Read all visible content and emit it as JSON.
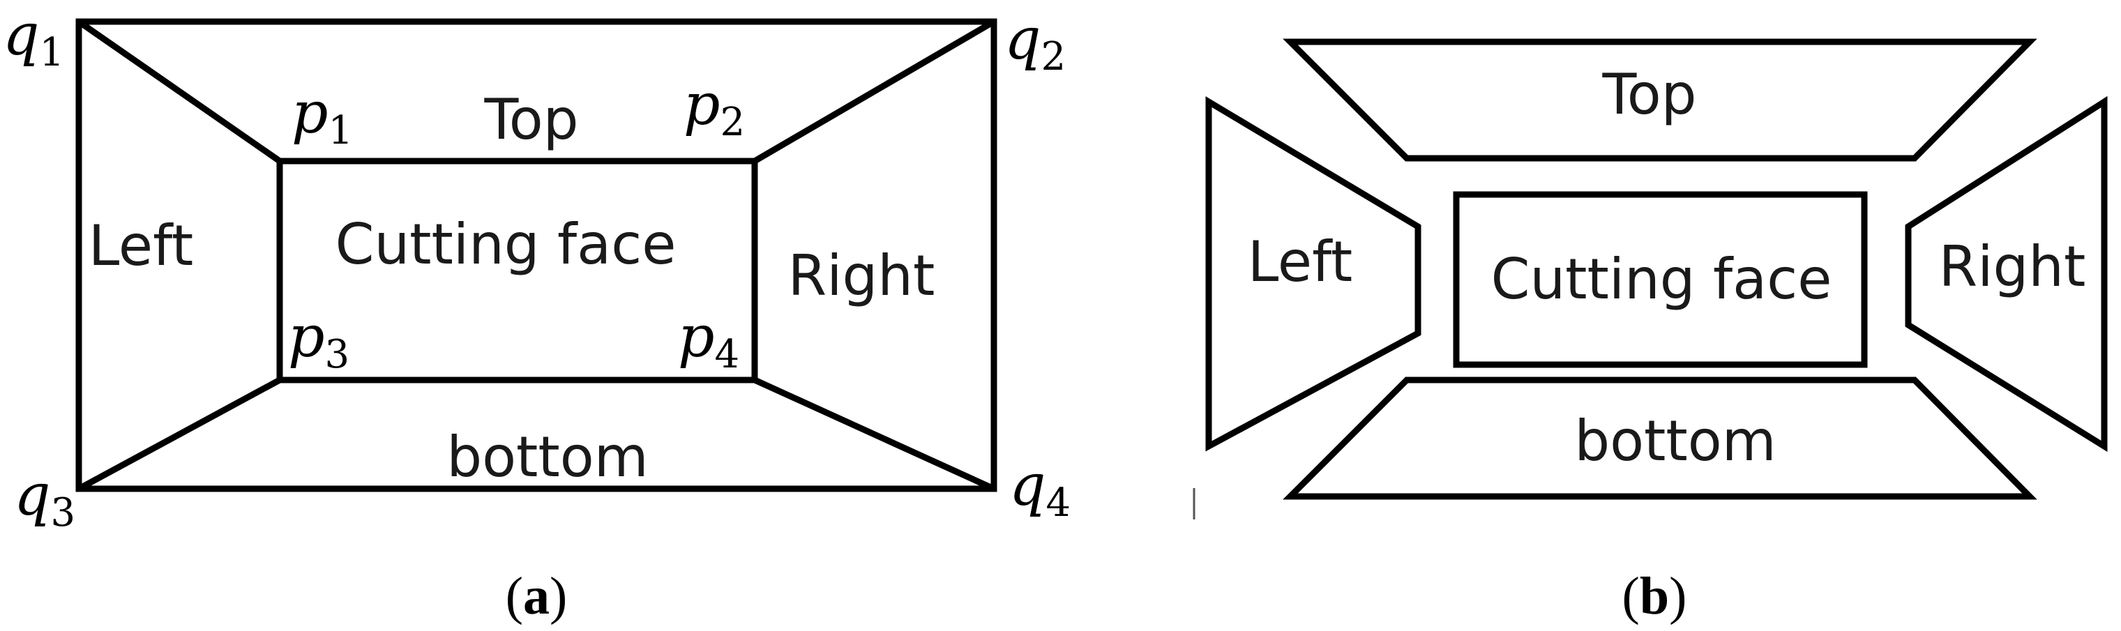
{
  "panel_a": {
    "regions": {
      "top": "Top",
      "left": "Left",
      "cutting_face": "Cutting face",
      "right": "Right",
      "bottom": "bottom"
    },
    "vertices": {
      "q1": {
        "var": "q",
        "sub": "1"
      },
      "q2": {
        "var": "q",
        "sub": "2"
      },
      "q3": {
        "var": "q",
        "sub": "3"
      },
      "q4": {
        "var": "q",
        "sub": "4"
      },
      "p1": {
        "var": "p",
        "sub": "1"
      },
      "p2": {
        "var": "p",
        "sub": "2"
      },
      "p3": {
        "var": "p",
        "sub": "3"
      },
      "p4": {
        "var": "p",
        "sub": "4"
      }
    },
    "caption": {
      "open": "(",
      "letter": "a",
      "close": ")"
    }
  },
  "panel_b": {
    "pieces": {
      "top": "Top",
      "left": "Left",
      "cutting_face": "Cutting face",
      "right": "Right",
      "bottom": "bottom"
    },
    "caption": {
      "open": "(",
      "letter": "b",
      "close": ")"
    }
  },
  "colors": {
    "stroke": "#000000",
    "background": "#ffffff"
  }
}
